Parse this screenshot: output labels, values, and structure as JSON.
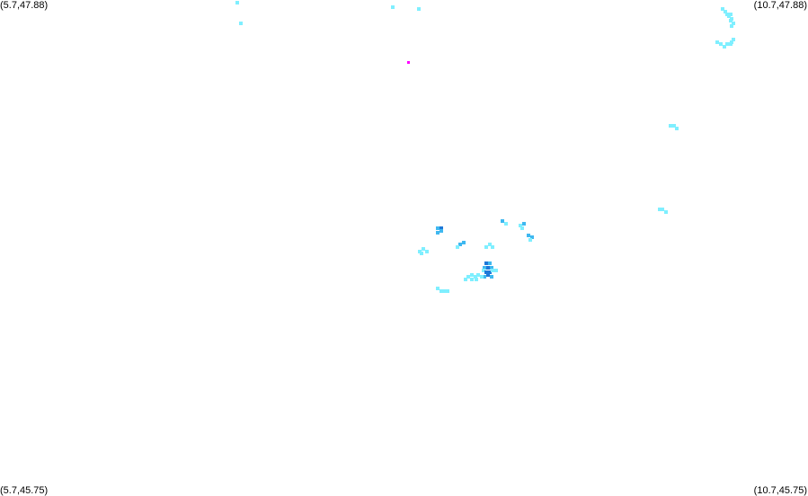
{
  "corner_labels": {
    "top_left": "(5.7,47.88)",
    "top_right": "(10.7,47.88)",
    "bottom_left": "(5.7,45.75)",
    "bottom_right": "(10.7,45.75)"
  },
  "bounds": {
    "lon_min": 5.7,
    "lon_max": 10.7,
    "lat_min": 45.75,
    "lat_max": 47.88
  },
  "colors": {
    "background": "#ffffff",
    "label": "#000000",
    "light": "#7fefff",
    "medium": "#3fb8f0",
    "dark": "#1e78d8",
    "marker": "#ff00ff"
  },
  "marker": {
    "lon": 8.23,
    "lat": 47.61
  },
  "cells": [
    {
      "lon": 7.17,
      "lat": 47.87,
      "level": "light"
    },
    {
      "lon": 7.19,
      "lat": 47.78,
      "level": "light"
    },
    {
      "lon": 8.13,
      "lat": 47.85,
      "level": "light"
    },
    {
      "lon": 8.29,
      "lat": 47.84,
      "level": "light"
    },
    {
      "lon": 10.17,
      "lat": 47.84,
      "level": "light"
    },
    {
      "lon": 10.19,
      "lat": 47.83,
      "level": "light"
    },
    {
      "lon": 10.2,
      "lat": 47.82,
      "level": "light"
    },
    {
      "lon": 10.21,
      "lat": 47.81,
      "level": "light"
    },
    {
      "lon": 10.22,
      "lat": 47.82,
      "level": "light"
    },
    {
      "lon": 10.23,
      "lat": 47.8,
      "level": "light"
    },
    {
      "lon": 10.22,
      "lat": 47.79,
      "level": "light"
    },
    {
      "lon": 10.24,
      "lat": 47.78,
      "level": "light"
    },
    {
      "lon": 10.23,
      "lat": 47.77,
      "level": "light"
    },
    {
      "lon": 10.24,
      "lat": 47.71,
      "level": "light"
    },
    {
      "lon": 10.23,
      "lat": 47.7,
      "level": "light"
    },
    {
      "lon": 10.22,
      "lat": 47.69,
      "level": "light"
    },
    {
      "lon": 10.2,
      "lat": 47.69,
      "level": "light"
    },
    {
      "lon": 10.14,
      "lat": 47.7,
      "level": "light"
    },
    {
      "lon": 10.16,
      "lat": 47.69,
      "level": "light"
    },
    {
      "lon": 10.18,
      "lat": 47.68,
      "level": "light"
    },
    {
      "lon": 9.85,
      "lat": 47.34,
      "level": "light"
    },
    {
      "lon": 9.87,
      "lat": 47.34,
      "level": "light"
    },
    {
      "lon": 9.89,
      "lat": 47.33,
      "level": "light"
    },
    {
      "lon": 9.78,
      "lat": 46.98,
      "level": "light"
    },
    {
      "lon": 9.8,
      "lat": 46.98,
      "level": "light"
    },
    {
      "lon": 9.82,
      "lat": 46.97,
      "level": "light"
    },
    {
      "lon": 8.41,
      "lat": 46.9,
      "level": "medium"
    },
    {
      "lon": 8.43,
      "lat": 46.9,
      "level": "dark"
    },
    {
      "lon": 8.43,
      "lat": 46.89,
      "level": "medium"
    },
    {
      "lon": 8.41,
      "lat": 46.88,
      "level": "medium"
    },
    {
      "lon": 8.81,
      "lat": 46.93,
      "level": "medium"
    },
    {
      "lon": 8.83,
      "lat": 46.92,
      "level": "light"
    },
    {
      "lon": 8.92,
      "lat": 46.91,
      "level": "light"
    },
    {
      "lon": 8.94,
      "lat": 46.92,
      "level": "medium"
    },
    {
      "lon": 8.93,
      "lat": 46.9,
      "level": "light"
    },
    {
      "lon": 8.97,
      "lat": 46.87,
      "level": "medium"
    },
    {
      "lon": 8.99,
      "lat": 46.86,
      "level": "medium"
    },
    {
      "lon": 8.98,
      "lat": 46.85,
      "level": "light"
    },
    {
      "lon": 8.71,
      "lat": 46.82,
      "level": "light"
    },
    {
      "lon": 8.73,
      "lat": 46.83,
      "level": "light"
    },
    {
      "lon": 8.75,
      "lat": 46.82,
      "level": "light"
    },
    {
      "lon": 8.55,
      "lat": 46.83,
      "level": "medium"
    },
    {
      "lon": 8.57,
      "lat": 46.84,
      "level": "medium"
    },
    {
      "lon": 8.53,
      "lat": 46.82,
      "level": "light"
    },
    {
      "lon": 8.3,
      "lat": 46.8,
      "level": "light"
    },
    {
      "lon": 8.32,
      "lat": 46.81,
      "level": "light"
    },
    {
      "lon": 8.34,
      "lat": 46.8,
      "level": "light"
    },
    {
      "lon": 8.31,
      "lat": 46.79,
      "level": "light"
    },
    {
      "lon": 8.71,
      "lat": 46.75,
      "level": "dark"
    },
    {
      "lon": 8.73,
      "lat": 46.75,
      "level": "medium"
    },
    {
      "lon": 8.7,
      "lat": 46.73,
      "level": "medium"
    },
    {
      "lon": 8.72,
      "lat": 46.73,
      "level": "dark"
    },
    {
      "lon": 8.74,
      "lat": 46.73,
      "level": "medium"
    },
    {
      "lon": 8.69,
      "lat": 46.72,
      "level": "light"
    },
    {
      "lon": 8.71,
      "lat": 46.71,
      "level": "dark"
    },
    {
      "lon": 8.73,
      "lat": 46.71,
      "level": "dark"
    },
    {
      "lon": 8.75,
      "lat": 46.72,
      "level": "light"
    },
    {
      "lon": 8.77,
      "lat": 46.72,
      "level": "light"
    },
    {
      "lon": 8.7,
      "lat": 46.69,
      "level": "medium"
    },
    {
      "lon": 8.72,
      "lat": 46.7,
      "level": "dark"
    },
    {
      "lon": 8.68,
      "lat": 46.69,
      "level": "light"
    },
    {
      "lon": 8.66,
      "lat": 46.7,
      "level": "light"
    },
    {
      "lon": 8.64,
      "lat": 46.69,
      "level": "light"
    },
    {
      "lon": 8.62,
      "lat": 46.7,
      "level": "light"
    },
    {
      "lon": 8.6,
      "lat": 46.69,
      "level": "light"
    },
    {
      "lon": 8.62,
      "lat": 46.68,
      "level": "light"
    },
    {
      "lon": 8.58,
      "lat": 46.68,
      "level": "light"
    },
    {
      "lon": 8.74,
      "lat": 46.69,
      "level": "medium"
    },
    {
      "lon": 8.65,
      "lat": 46.68,
      "level": "light"
    },
    {
      "lon": 8.41,
      "lat": 46.64,
      "level": "light"
    },
    {
      "lon": 8.43,
      "lat": 46.63,
      "level": "light"
    },
    {
      "lon": 8.45,
      "lat": 46.63,
      "level": "light"
    },
    {
      "lon": 8.47,
      "lat": 46.63,
      "level": "light"
    }
  ]
}
